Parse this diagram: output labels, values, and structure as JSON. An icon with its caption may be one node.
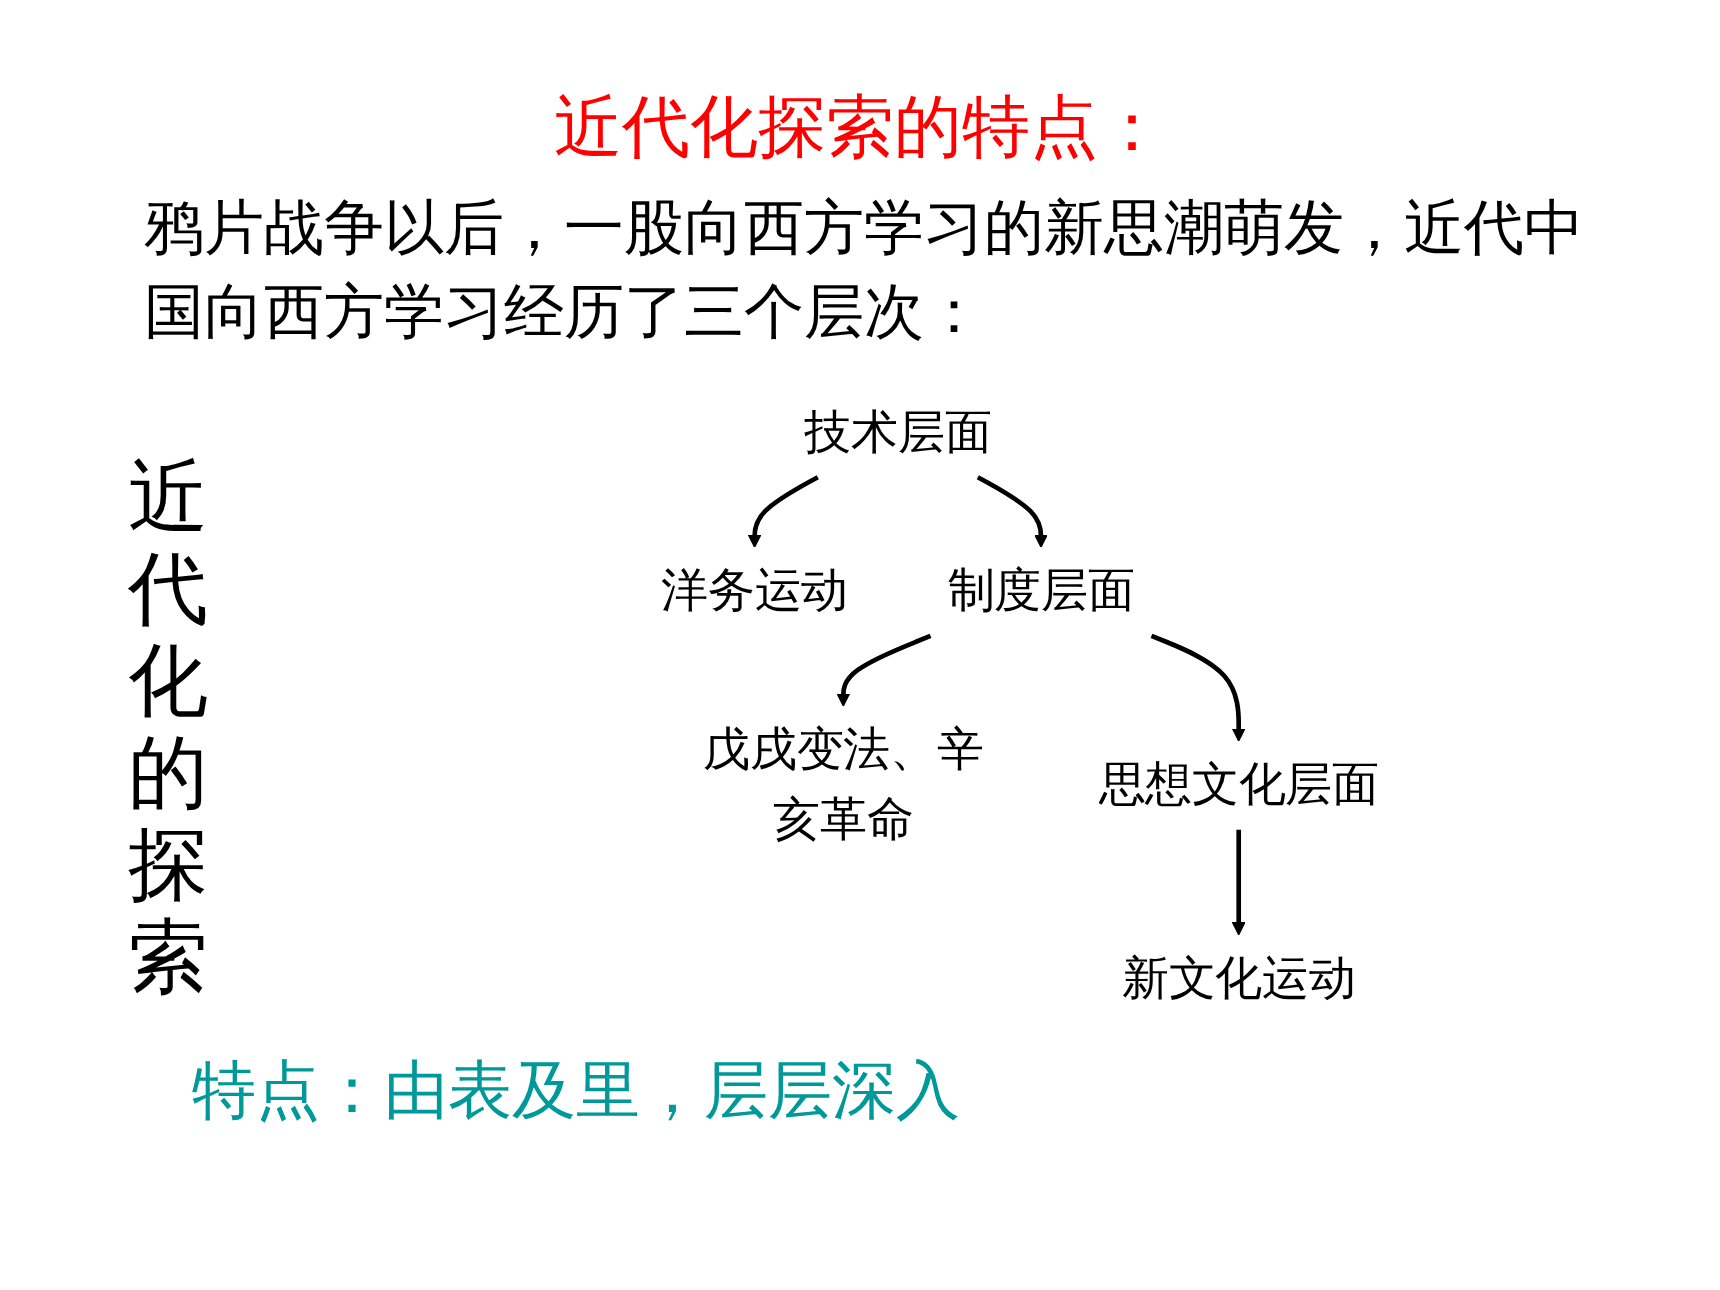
{
  "diagram": {
    "title": "近代化探索的特点：",
    "nodes": [
      {
        "text": [
          "技术层面"
        ]
      },
      {
        "text": [
          "洋务运动"
        ]
      },
      {
        "text": [
          "制度层面"
        ]
      },
      {
        "text": [
          "戊戌变法、辛亥革命"
        ]
      },
      {
        "text": [
          "思想文化层面"
        ]
      },
      {
        "text": [
          "新文化运动"
        ]
      }
    ],
    "edges": [
      {
        "from": 0,
        "to": 1,
        "arrow": "to"
      },
      {
        "from": 0,
        "to": 2,
        "arrow": "to"
      },
      {
        "from": 2,
        "to": 3,
        "arrow": "to"
      },
      {
        "from": 2,
        "to": 4,
        "arrow": "to"
      },
      {
        "from": 4,
        "to": 5,
        "arrow": "to"
      }
    ],
    "labels": [
      "鸦片战争以后，一股向西方学习的新思潮萌发，近代中国向西方学习经历了三个层次：",
      "近代化的探索",
      "特点：由表及里，层层深入"
    ]
  }
}
